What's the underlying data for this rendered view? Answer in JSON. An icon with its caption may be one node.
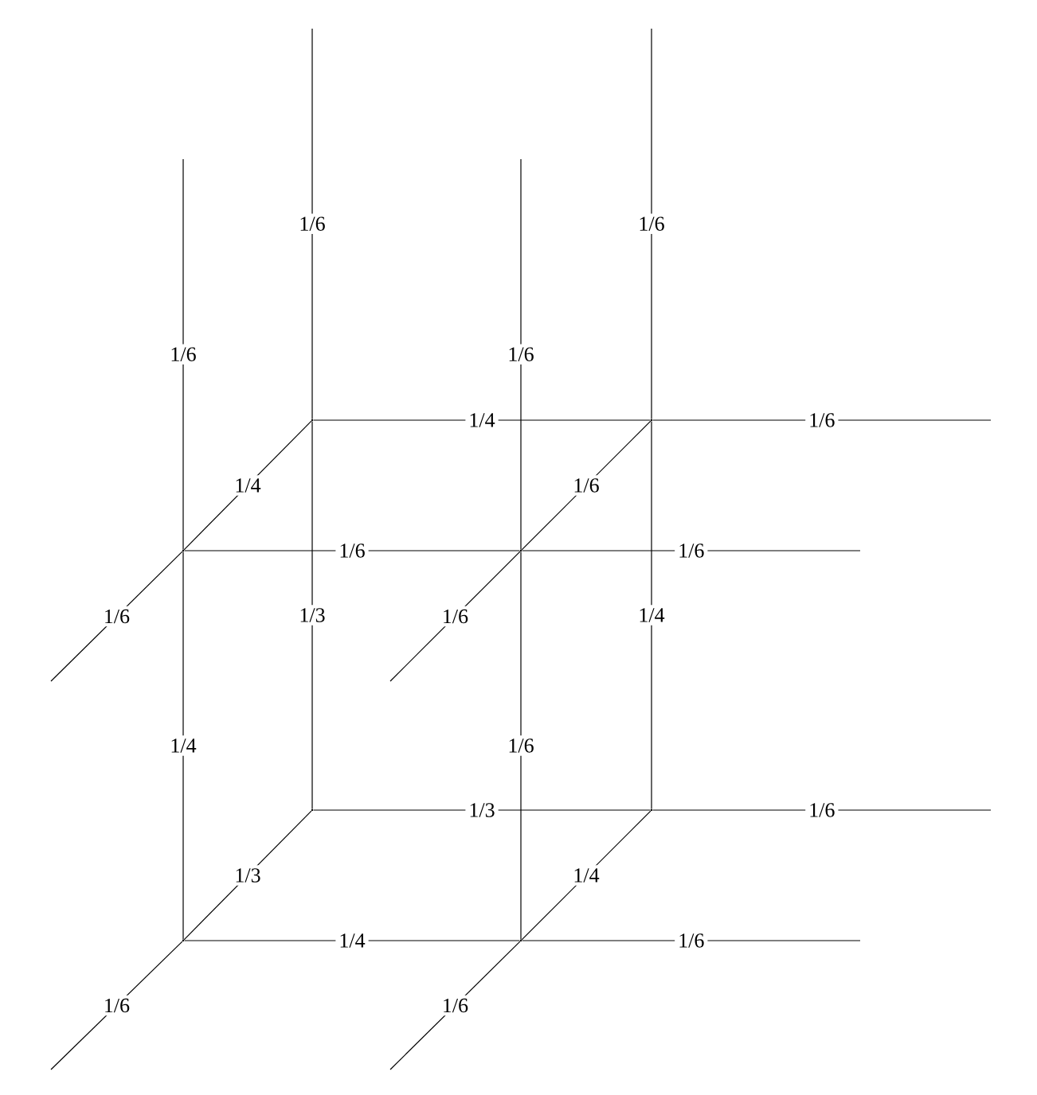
{
  "diagram": {
    "nodes": [
      {
        "text": [],
        "shape": "point"
      },
      {
        "text": [],
        "shape": "point"
      },
      {
        "text": [],
        "shape": "point"
      },
      {
        "text": [],
        "shape": "point"
      },
      {
        "text": [],
        "shape": "point"
      },
      {
        "text": [],
        "shape": "point"
      },
      {
        "text": [],
        "shape": "point"
      },
      {
        "text": [],
        "shape": "point"
      }
    ],
    "edges": [
      {
        "from": 0,
        "to": 1,
        "arrow": "none",
        "label": "1/4"
      },
      {
        "from": 1,
        "to": null,
        "arrow": "none",
        "label": "1/6"
      },
      {
        "from": 0,
        "to": null,
        "arrow": "none",
        "label": "1/6"
      },
      {
        "from": 1,
        "to": null,
        "arrow": "none",
        "label": "1/6"
      },
      {
        "from": 2,
        "to": null,
        "arrow": "none",
        "label": "1/6"
      },
      {
        "from": 3,
        "to": null,
        "arrow": "none",
        "label": "1/6"
      },
      {
        "from": 2,
        "to": 0,
        "arrow": "none",
        "label": "1/4"
      },
      {
        "from": 3,
        "to": 1,
        "arrow": "none",
        "label": "1/6"
      },
      {
        "from": 2,
        "to": 3,
        "arrow": "none",
        "label": "1/6"
      },
      {
        "from": 3,
        "to": null,
        "arrow": "none",
        "label": "1/6"
      },
      {
        "from": 2,
        "to": null,
        "arrow": "none",
        "label": "1/6"
      },
      {
        "from": 3,
        "to": null,
        "arrow": "none",
        "label": "1/6"
      },
      {
        "from": 2,
        "to": 6,
        "arrow": "none",
        "label": "1/4"
      },
      {
        "from": 3,
        "to": 7,
        "arrow": "none",
        "label": "1/6"
      },
      {
        "from": 0,
        "to": 4,
        "arrow": "none",
        "label": "1/3"
      },
      {
        "from": 1,
        "to": 5,
        "arrow": "none",
        "label": "1/4"
      },
      {
        "from": 4,
        "to": 5,
        "arrow": "none",
        "label": "1/3"
      },
      {
        "from": 5,
        "to": null,
        "arrow": "none",
        "label": "1/6"
      },
      {
        "from": 6,
        "to": 4,
        "arrow": "none",
        "label": "1/3"
      },
      {
        "from": 7,
        "to": 5,
        "arrow": "none",
        "label": "1/4"
      },
      {
        "from": 6,
        "to": 7,
        "arrow": "none",
        "label": "1/4"
      },
      {
        "from": 7,
        "to": null,
        "arrow": "none",
        "label": "1/6"
      },
      {
        "from": 6,
        "to": null,
        "arrow": "none",
        "label": "1/6"
      },
      {
        "from": 7,
        "to": null,
        "arrow": "none",
        "label": "1/6"
      }
    ]
  }
}
